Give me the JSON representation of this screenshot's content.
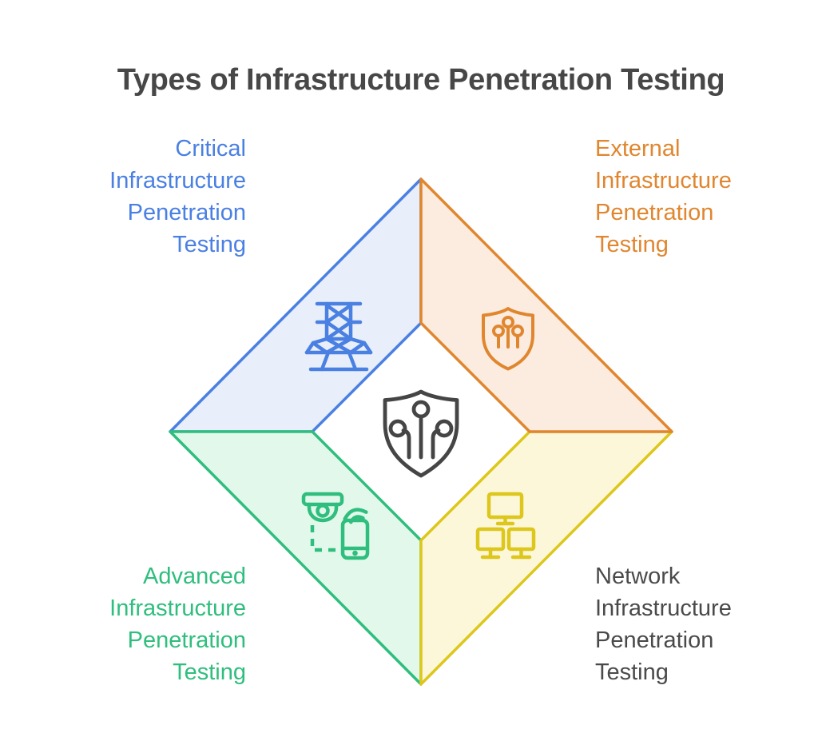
{
  "title": "Types of Infrastructure Penetration Testing",
  "title_color": "#474747",
  "center": {
    "icon": "shield-circuit-icon",
    "color": "#454545"
  },
  "quadrants": [
    {
      "name": "critical",
      "position": "top-left",
      "label": "Critical Infrastructure Penetration Testing",
      "lines": [
        "Critical",
        "Infrastructure",
        "Penetration",
        "Testing"
      ],
      "color": "#4a80e2",
      "fill": "#e8eefa",
      "text_color": "#4a80e2",
      "icon": "transmission-tower-icon"
    },
    {
      "name": "external",
      "position": "top-right",
      "label": "External Infrastructure Penetration Testing",
      "lines": [
        "External",
        "Infrastructure",
        "Penetration",
        "Testing"
      ],
      "color": "#e0862f",
      "fill": "#fcecdf",
      "text_color": "#e0862f",
      "icon": "shield-pins-icon"
    },
    {
      "name": "advanced",
      "position": "bottom-left",
      "label": "Advanced Infrastructure Penetration Testing",
      "lines": [
        "Advanced",
        "Infrastructure",
        "Penetration",
        "Testing"
      ],
      "color": "#2fbe7d",
      "fill": "#e2f8eb",
      "text_color": "#2fbe7d",
      "icon": "camera-phone-icon"
    },
    {
      "name": "network",
      "position": "bottom-right",
      "label": "Network Infrastructure Penetration Testing",
      "lines": [
        "Network",
        "Infrastructure",
        "Penetration",
        "Testing"
      ],
      "color": "#ddc71c",
      "fill": "#fcf7d9",
      "text_color": "#4a4a4a",
      "icon": "network-monitors-icon"
    }
  ]
}
